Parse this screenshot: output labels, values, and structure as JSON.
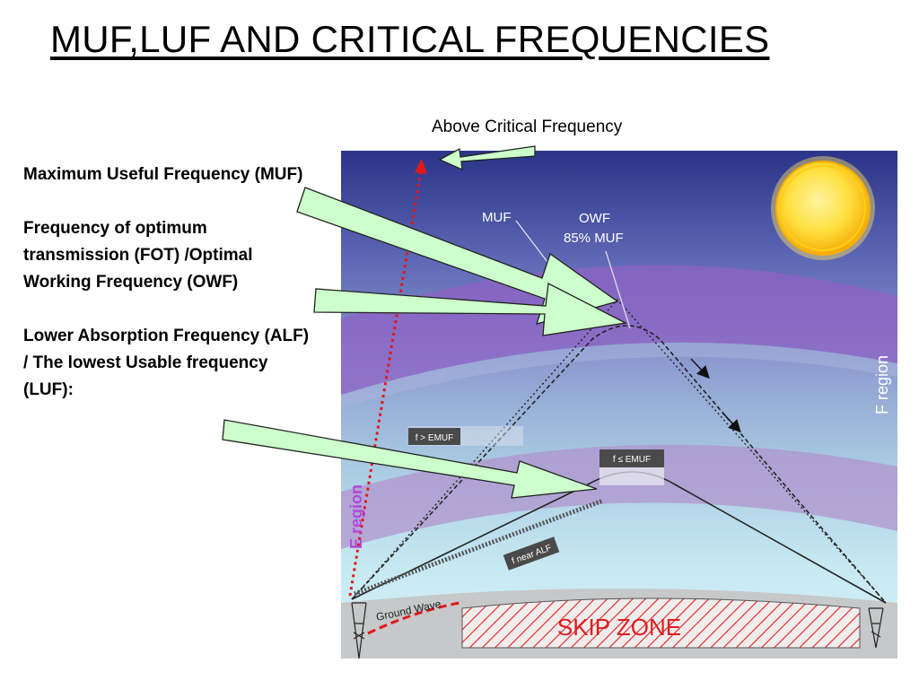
{
  "slide": {
    "title": "MUF,LUF AND CRITICAL FREQUENCIES",
    "above_label": "Above Critical Frequency",
    "labels": [
      "Maximum Useful Frequency (MUF)",
      "Frequency of optimum transmission (FOT) /Optimal Working Frequency (OWF)",
      "Lower Absorption Frequency (ALF) / The lowest Usable frequency (LUF):"
    ]
  },
  "diagram": {
    "muf": "MUF",
    "owf_line1": "OWF",
    "owf_line2": "85% MUF",
    "f_region": "F region",
    "e_region": "E region",
    "f_gt_emuf": "f > EMUF",
    "f_le_emuf": "f ≤ EMUF",
    "f_near_alf": "f near ALF",
    "ground_wave": "Ground Wave",
    "skip_zone": "SKIP ZONE"
  },
  "colors": {
    "sky_top": "#2a3488",
    "sky_bottom": "#d8f3f8",
    "f_layer": "#8e62c4",
    "e_layer": "#b190cc",
    "sun": "#ffd21c",
    "callout_fill": "#ccffcc",
    "dotted_ray": "#e01818",
    "skip_zone": "#e02020"
  }
}
